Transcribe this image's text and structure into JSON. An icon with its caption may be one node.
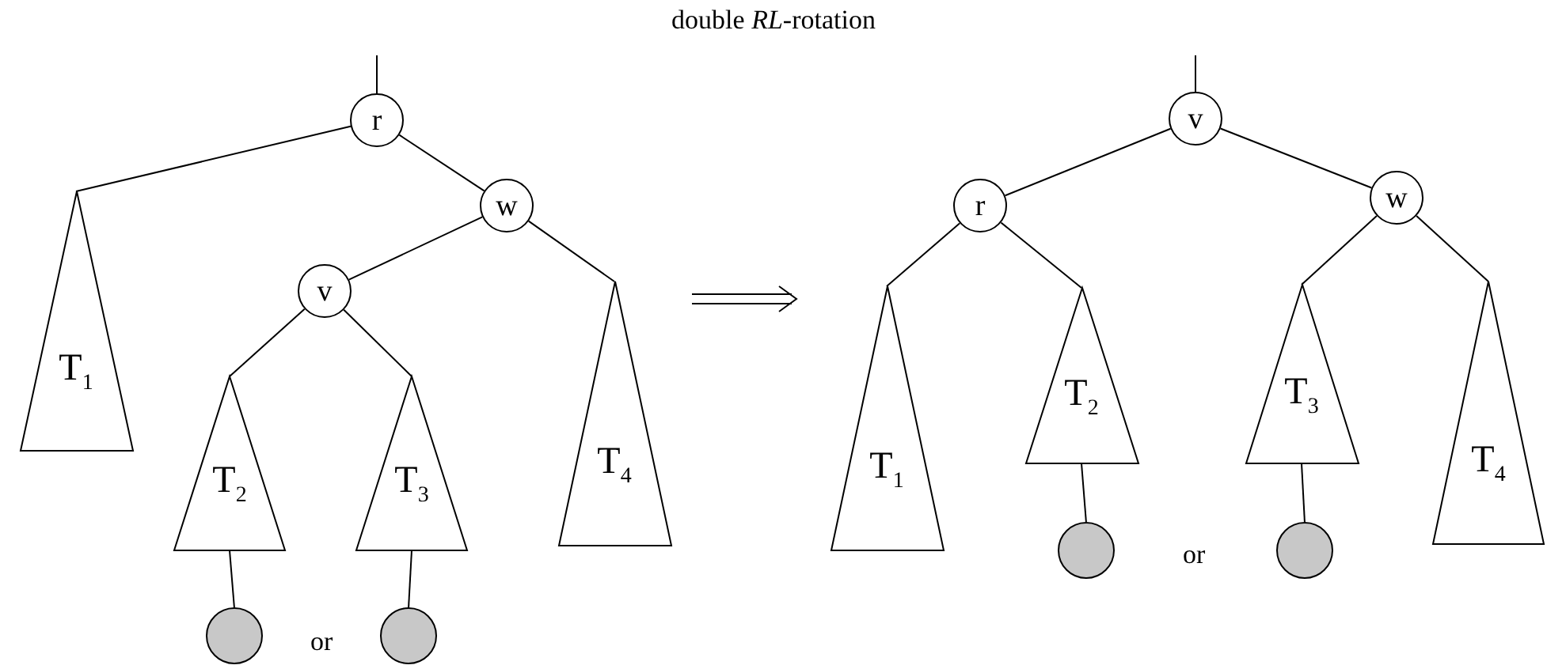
{
  "diagram": {
    "title": "double *RL*-rotation",
    "nodes": [
      {
        "text": [
          "r"
        ]
      },
      {
        "text": [
          "T$_{1}$"
        ]
      },
      {
        "text": [
          "w"
        ]
      },
      {
        "text": [
          "v"
        ]
      },
      {
        "text": [
          "T$_{2}$"
        ]
      },
      {
        "text": [
          "T$_{3}$"
        ]
      },
      {
        "text": [
          "T$_{4}$"
        ]
      },
      {
        "text": [],
        "shape": "circle"
      },
      {
        "text": [],
        "shape": "circle"
      },
      {
        "text": [
          "v"
        ]
      },
      {
        "text": [
          "r"
        ]
      },
      {
        "text": [
          "w"
        ]
      },
      {
        "text": [
          "T$_{1}$"
        ]
      },
      {
        "text": [
          "T$_{2}$"
        ]
      },
      {
        "text": [
          "T$_{3}$"
        ]
      },
      {
        "text": [
          "T$_{4}$"
        ]
      },
      {
        "text": [],
        "shape": "circle"
      },
      {
        "text": [],
        "shape": "circle"
      }
    ],
    "edges": [
      {
        "from": null,
        "to": 0,
        "arrow": "none"
      },
      {
        "from": 0,
        "to": 1,
        "arrow": "none"
      },
      {
        "from": 0,
        "to": 2,
        "arrow": "none"
      },
      {
        "from": 2,
        "to": 3,
        "arrow": "none"
      },
      {
        "from": 2,
        "to": 6,
        "arrow": "none"
      },
      {
        "from": 3,
        "to": 4,
        "arrow": "none"
      },
      {
        "from": 3,
        "to": 5,
        "arrow": "none"
      },
      {
        "from": 4,
        "to": 7,
        "arrow": "none"
      },
      {
        "from": 5,
        "to": 8,
        "arrow": "none"
      },
      {
        "from": null,
        "to": 9,
        "arrow": "none"
      },
      {
        "from": 9,
        "to": 10,
        "arrow": "none"
      },
      {
        "from": 9,
        "to": 11,
        "arrow": "none"
      },
      {
        "from": 10,
        "to": 12,
        "arrow": "none"
      },
      {
        "from": 10,
        "to": 13,
        "arrow": "none"
      },
      {
        "from": 11,
        "to": 14,
        "arrow": "none"
      },
      {
        "from": 11,
        "to": 15,
        "arrow": "none"
      },
      {
        "from": 13,
        "to": 16,
        "arrow": "none"
      },
      {
        "from": 14,
        "to": 17,
        "arrow": "none"
      }
    ],
    "labels": [
      "or",
      "or"
    ]
  }
}
